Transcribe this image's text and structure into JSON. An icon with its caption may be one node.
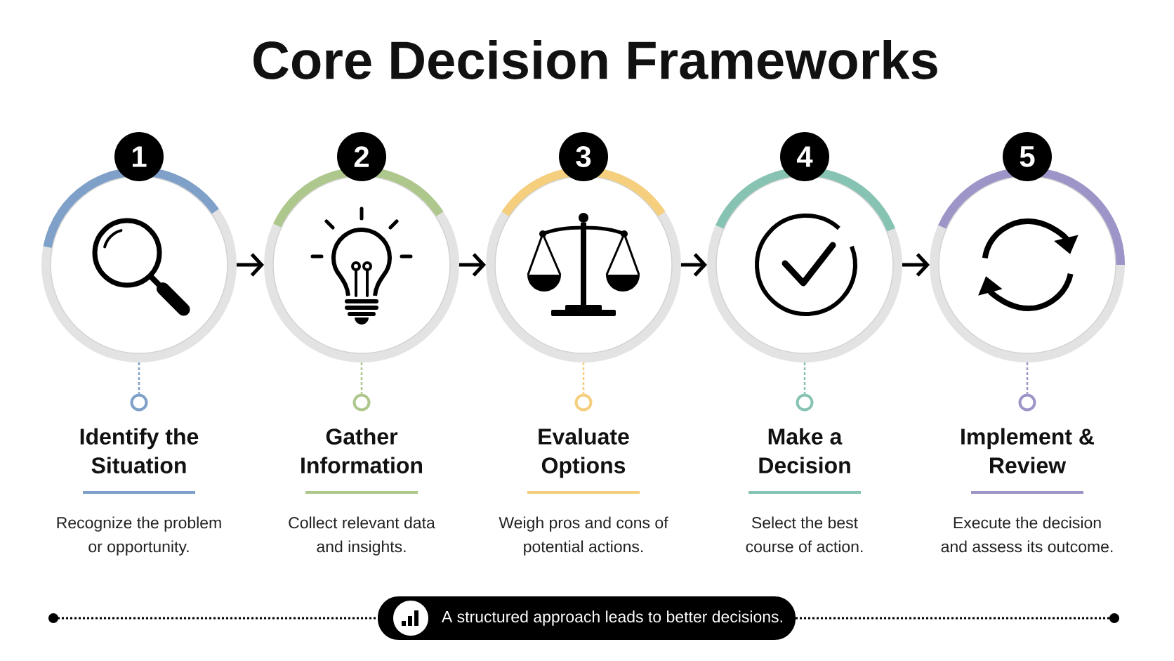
{
  "diagram": {
    "title": "Core Decision Frameworks",
    "nodes": [
      {
        "text": [
          "1"
        ]
      },
      {
        "text": [],
        "shape": "circle"
      },
      {
        "text": [],
        "shape": "circle",
        "beside": [
          "Identify the Situation",
          "Recognize the problem or opportunity."
        ]
      },
      {
        "text": [
          "2"
        ]
      },
      {
        "text": [],
        "shape": "circle"
      },
      {
        "text": [],
        "shape": "circle",
        "beside": [
          "Gather Information",
          "Collect relevant data and insights."
        ]
      },
      {
        "text": [
          "3"
        ]
      },
      {
        "text": [],
        "shape": "circle"
      },
      {
        "text": [],
        "shape": "circle",
        "beside": [
          "Evaluate Options",
          "Weigh pros and cons of potential actions."
        ]
      },
      {
        "text": [
          "4"
        ]
      },
      {
        "text": [],
        "shape": "circle"
      },
      {
        "text": [],
        "shape": "circle",
        "beside": [
          "Make a Decision",
          "Select the best course of action."
        ]
      },
      {
        "text": [
          "5"
        ]
      },
      {
        "text": [],
        "shape": "circle"
      },
      {
        "text": [],
        "shape": "circle",
        "beside": [
          "Implement & Review",
          "Execute the decision and assess its outcome."
        ]
      },
      {
        "text": [
          "A structured approach leads to better decisions."
        ]
      }
    ],
    "edges": [
      {
        "from": 1,
        "to": 2,
        "arrow": "none",
        "style": "dashed",
        "color": "#7fa0c8"
      },
      {
        "from": 1,
        "to": 4,
        "arrow": "to"
      },
      {
        "from": 4,
        "to": 5,
        "arrow": "none",
        "style": "dashed",
        "color": "#aec78c"
      },
      {
        "from": 4,
        "to": 7,
        "arrow": "to"
      },
      {
        "from": 7,
        "to": 8,
        "arrow": "none",
        "style": "dashed",
        "color": "#f5cf7d"
      },
      {
        "from": 7,
        "to": 10,
        "arrow": "to"
      },
      {
        "from": 10,
        "to": 11,
        "arrow": "none",
        "style": "dashed",
        "color": "#86c3b3"
      },
      {
        "from": 10,
        "to": 13,
        "arrow": "to"
      },
      {
        "from": 13,
        "to": 14,
        "arrow": "none",
        "style": "dashed",
        "color": "#9d95c8"
      }
    ]
  }
}
